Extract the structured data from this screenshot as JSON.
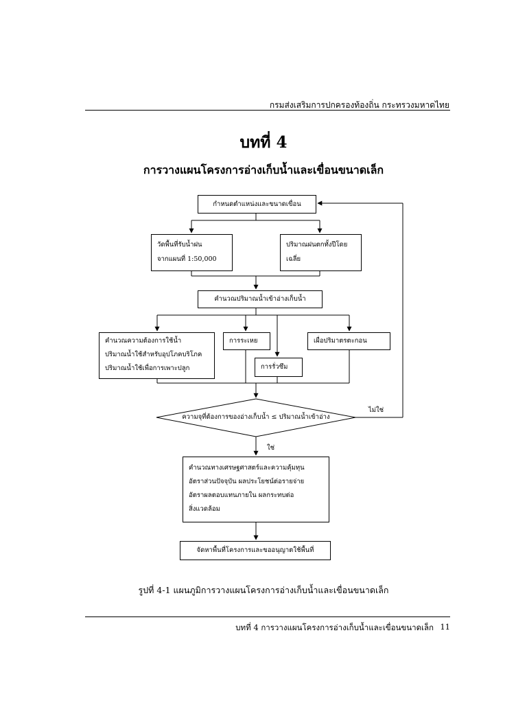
{
  "header": {
    "text": "กรมส่งเสริมการปกครองท้องถิ่น กระทรวงมหาดไทย"
  },
  "chapter": {
    "title": "บทที่ 4",
    "subtitle": "การวางแผนโครงการอ่างเก็บน้ำและเขื่อนขนาดเล็ก"
  },
  "flowchart": {
    "step1": "กำหนดตำแหน่งและขนาดเขื่อน",
    "step2a": [
      "วัดพื้นที่รับน้ำฝน",
      "จากแผนที่ 1:50,000"
    ],
    "step2b": [
      "ปริมาณฝนตกทั้งปีโดย",
      "เฉลี่ย"
    ],
    "step3": "คำนวณปริมาณน้ำเข้าอ่างเก็บน้ำ",
    "demand": [
      "คำนวณความต้องการใช้น้ำ",
      "ปริมาณน้ำใช้สำหรับอุปโภคบริโภค",
      "ปริมาณน้ำใช้เพื่อการเพาะปลูก"
    ],
    "evaporation": "การระเหย",
    "seepage": "การรั่วซึม",
    "sediment": "เผื่อปริมาตรตะกอน",
    "decision": "ความจุที่ต้องการของอ่างเก็บน้ำ ≤ ปริมาณน้ำเข้าอ่าง",
    "no_label": "ไม่ใช่",
    "yes_label": "ใช่",
    "economics": [
      "คำนวณทางเศรษฐศาสตร์และความคุ้มทุน",
      "อัตราส่วนปัจจุบัน ผลประโยชน์ต่อรายจ่าย",
      "อัตราผลตอบแทนภายใน ผลกระทบต่อ",
      "สิ่งแวดล้อม"
    ],
    "final": "จัดหาพื้นที่โครงการและขออนุญาตใช้พื้นที่"
  },
  "caption": "รูปที่ 4-1 แผนภูมิการวางแผนโครงการอ่างเก็บน้ำและเขื่อนขนาดเล็ก",
  "footer": {
    "text": "บทที่ 4 การวางแผนโครงการอ่างเก็บน้ำและเขื่อนขนาดเล็ก",
    "page": "11"
  }
}
